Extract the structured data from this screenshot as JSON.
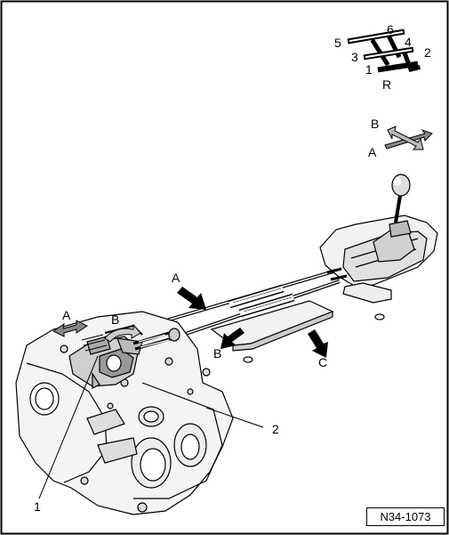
{
  "figure_id": "N34-1073",
  "shift_pattern": {
    "gears": [
      "5",
      "6",
      "4",
      "2",
      "3",
      "1",
      "R"
    ]
  },
  "direction_legend": {
    "a": "A",
    "b": "B"
  },
  "callouts": {
    "arrow_a": "A",
    "arrow_b": "B",
    "arrow_c": "C",
    "lever_a": "A",
    "lever_b": "B",
    "item_1": "1",
    "item_2": "2"
  }
}
